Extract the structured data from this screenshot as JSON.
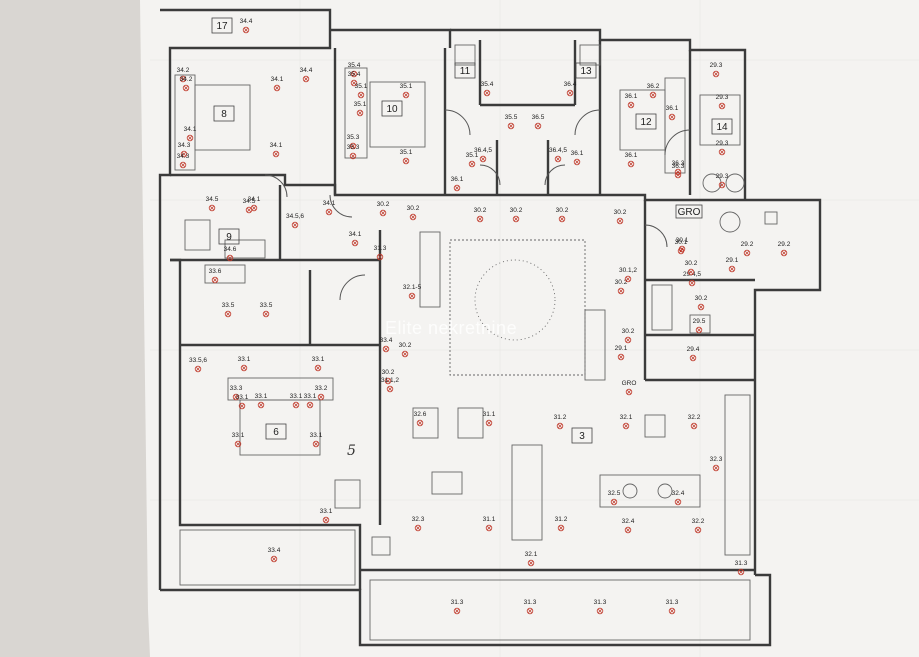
{
  "watermark": "Elite nekretnine",
  "hand_note": "5",
  "room_numbers": [
    "17",
    "8",
    "10",
    "11",
    "13",
    "12",
    "14",
    "9",
    "6",
    "3"
  ],
  "gro_label": "GRO",
  "point_labels": [
    "34.4",
    "34.2",
    "34.2",
    "34.1",
    "34.1",
    "34.1",
    "34.3",
    "34.3",
    "34.4",
    "34.1",
    "35.4",
    "35.4",
    "35.1",
    "35.1",
    "35.1",
    "35.3",
    "35.3",
    "35.1",
    "35.4",
    "35.5",
    "36.5",
    "36.4",
    "36.2",
    "36.1",
    "36.1",
    "36.1",
    "36.3",
    "36.3",
    "29.3",
    "29.3",
    "29.3",
    "29.3",
    "35.1",
    "36.4,5",
    "36.4,5",
    "36.1",
    "36.1",
    "34.5",
    "34.5",
    "34.5,6",
    "34.1",
    "30.2",
    "30.2",
    "30.2",
    "30.2",
    "30.2",
    "30.2",
    "30.1",
    "29.2",
    "29.2",
    "29.1",
    "29.4,5",
    "34.1",
    "34.6",
    "33.6",
    "33.5",
    "33.5",
    "33.5,6",
    "33.1",
    "33.1",
    "33.1",
    "33.3",
    "33.1",
    "33.1",
    "33.2",
    "33.1",
    "33.1",
    "33.1",
    "33.1",
    "33.4",
    "33.4",
    "30.2",
    "31.1,2",
    "32.1-5",
    "30.2",
    "30.2",
    "29.1",
    "30.2",
    "30.2",
    "29.5",
    "29.4",
    "32.6",
    "31.1",
    "31.2",
    "32.1",
    "32.2",
    "32.3",
    "32.5",
    "32.4",
    "32.4",
    "32.2",
    "32.3",
    "31.1",
    "31.2",
    "32.1",
    "31.3",
    "31.3",
    "31.3",
    "31.3",
    "31.3",
    "31.3",
    "30.1,2",
    "30.1",
    "30.2",
    "GRO"
  ],
  "colors": {
    "paper": "#f4f3f1",
    "wall": "#3b3b3b",
    "marker": "#c0392b",
    "background": "#d9d6d2"
  }
}
